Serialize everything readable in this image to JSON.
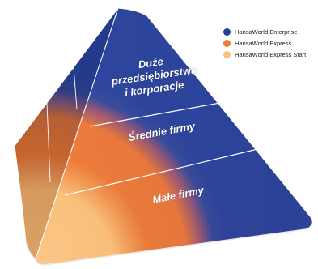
{
  "legend": {
    "items": [
      {
        "label": "HansaWorld Enterprise",
        "color": "#23409a"
      },
      {
        "label": "HansaWorld Express",
        "color": "#ef7d3c"
      },
      {
        "label": "HansaWorld Express Start",
        "color": "#fbc27c"
      }
    ]
  },
  "pyramid": {
    "top_tier": {
      "line1": "Duże",
      "line2": "przedsiębiorstwa",
      "line3": "i korporacje"
    },
    "middle_tier": {
      "label": "Średnie firmy"
    },
    "bottom_tier": {
      "label": "Małe firmy"
    }
  }
}
